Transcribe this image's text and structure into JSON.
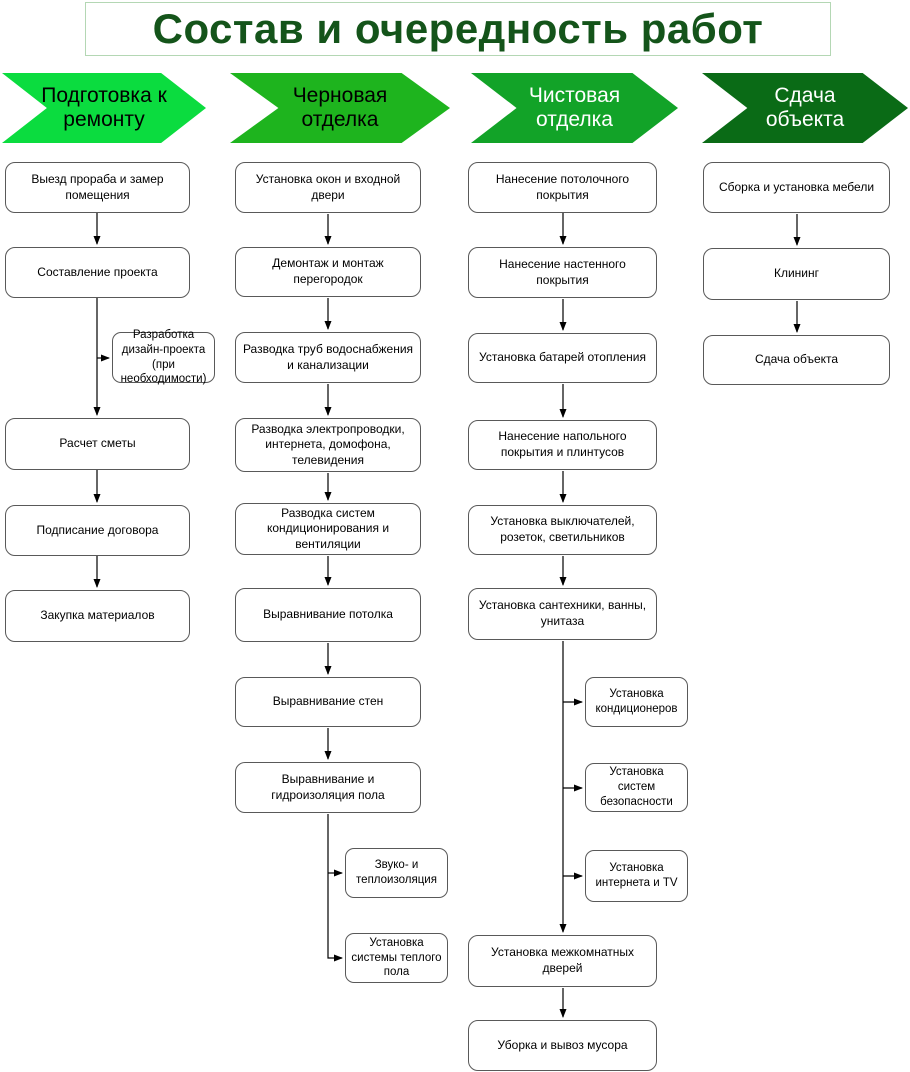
{
  "title": "Состав и очередность работ",
  "colors": {
    "title_text": "#14541a",
    "title_border": "#b4d7b4",
    "box_border": "#595959",
    "connector": "#000000"
  },
  "stages": [
    {
      "label": "Подготовка к ремонту",
      "fill": "#0bdc3f",
      "text": "#000000"
    },
    {
      "label": "Черновая отделка",
      "fill": "#1eb41e",
      "text": "#000000"
    },
    {
      "label": "Чистовая отделка",
      "fill": "#12a328",
      "text": "#ffffff"
    },
    {
      "label": "Сдача объекта",
      "fill": "#0a6b16",
      "text": "#ffffff"
    }
  ],
  "columns": [
    {
      "steps": [
        "Выезд прораба и замер помещения",
        "Составление проекта",
        "Расчет сметы",
        "Подписание договора",
        "Закупка материалов"
      ],
      "side_steps": [
        "Разработка дизайн-проекта (при необходимости)"
      ]
    },
    {
      "steps": [
        "Установка окон и входной двери",
        "Демонтаж и монтаж перегородок",
        "Разводка труб водоснабжения и канализации",
        "Разводка электропроводки, интернета, домофона, телевидения",
        "Разводка систем кондиционирования и вентиляции",
        "Выравнивание потолка",
        "Выравнивание стен",
        "Выравнивание и гидроизоляция пола"
      ],
      "side_steps": [
        "Звуко- и теплоизоляция",
        "Установка системы теплого пола"
      ]
    },
    {
      "steps": [
        "Нанесение потолочного покрытия",
        "Нанесение настенного покрытия",
        "Установка батарей отопления",
        "Нанесение напольного покрытия и плинтусов",
        "Установка выключателей, розеток, светильников",
        "Установка сантехники, ванны, унитаза",
        "Установка межкомнатных дверей",
        "Уборка и вывоз мусора"
      ],
      "side_steps": [
        "Установка кондиционеров",
        "Установка систем безопасности",
        "Установка интернета и TV"
      ]
    },
    {
      "steps": [
        "Сборка и установка мебели",
        "Клининг",
        "Сдача объекта"
      ],
      "side_steps": []
    }
  ]
}
